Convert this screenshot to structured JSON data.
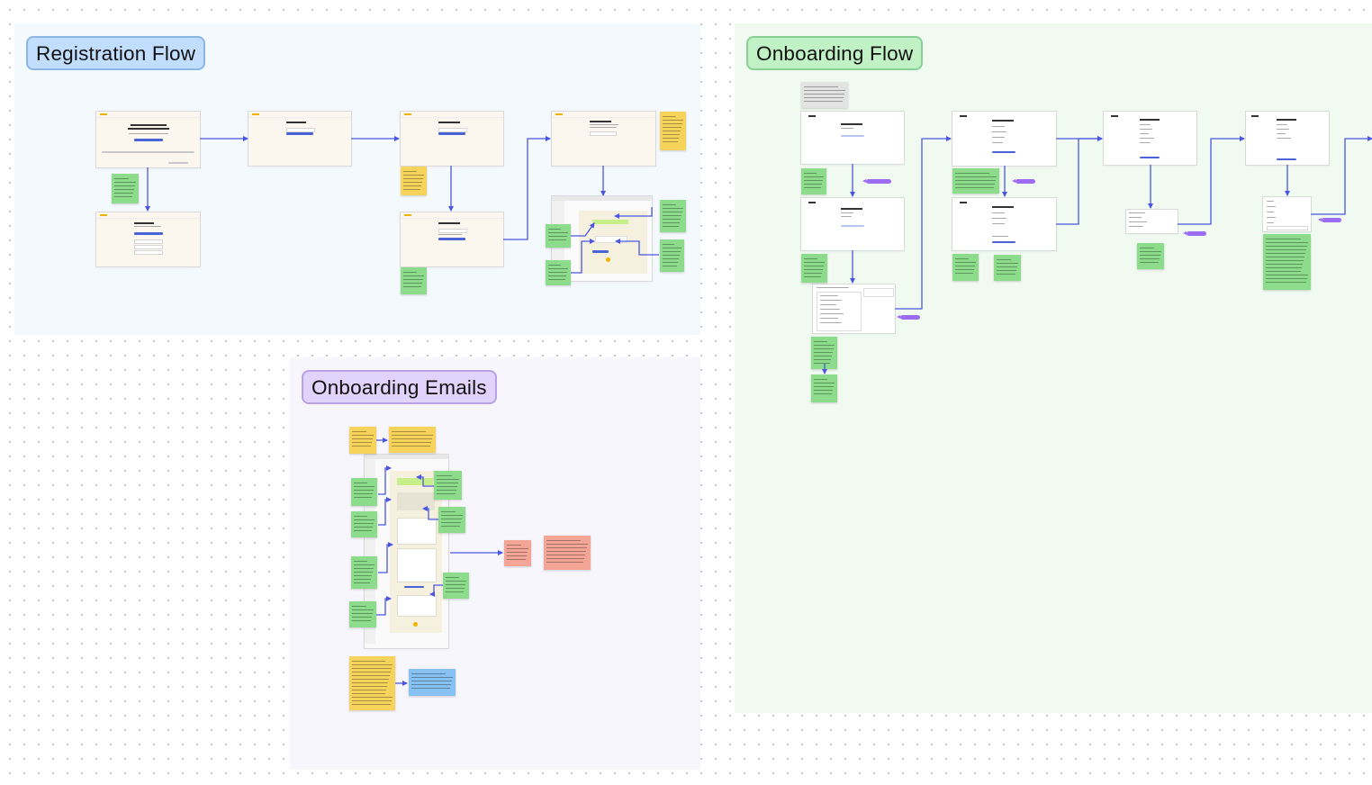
{
  "sections": {
    "registration": {
      "title": "Registration Flow"
    },
    "onboarding": {
      "title": "Onboarding Flow"
    },
    "emails": {
      "title": "Onboarding Emails"
    }
  },
  "colors": {
    "registration_bg": "#f4f9fe",
    "onboarding_bg": "#f1faf1",
    "emails_bg": "#f8f6fd",
    "connector": "#4a56e2",
    "sticky_green": "#8cdc8c",
    "sticky_yellow": "#f6d35a",
    "sticky_red": "#f4a696",
    "sticky_blue": "#88c2f2",
    "tag_purple": "#9c6cf2"
  }
}
